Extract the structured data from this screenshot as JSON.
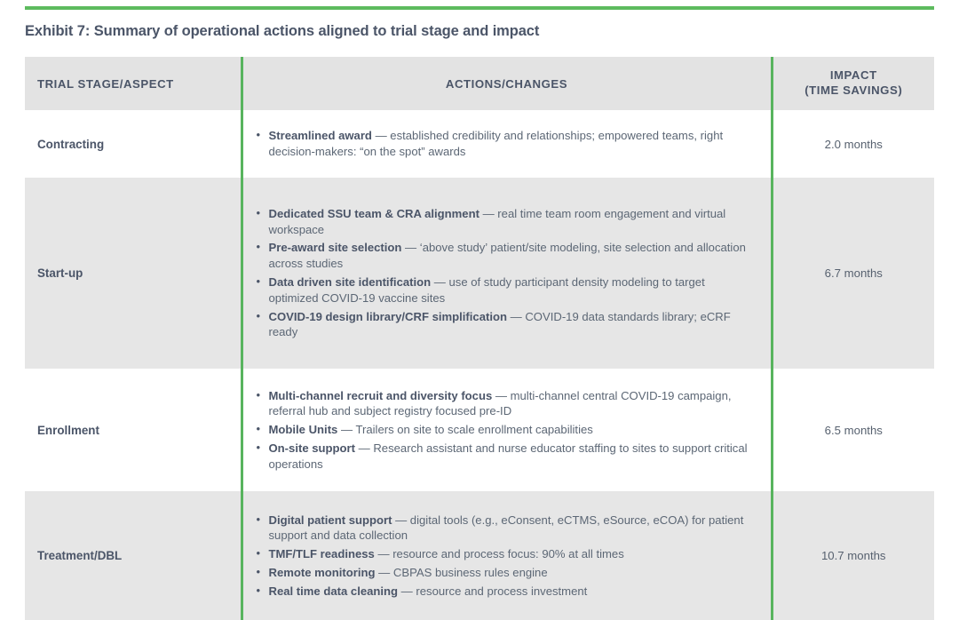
{
  "document": {
    "exhibit_title": "Exhibit 7: Summary of operational actions aligned to trial stage and impact",
    "accent_green": "#58b45e",
    "rule_green": "#5dbb5e",
    "text_color": "#4b5568",
    "shade_color": "#e6e6e6",
    "header_shade": "#e3e3e3"
  },
  "table": {
    "headers": {
      "stage": "TRIAL STAGE/ASPECT",
      "actions": "ACTIONS/CHANGES",
      "impact_line1": "IMPACT",
      "impact_line2": "(TIME SAVINGS)"
    },
    "rows": [
      {
        "stage": "Contracting",
        "impact": "2.0 months",
        "shaded": false,
        "bullets": [
          {
            "term": "Streamlined award",
            "desc": " — established credibility and relationships; empowered teams, right decision-makers: “on the spot” awards"
          }
        ]
      },
      {
        "stage": "Start-up",
        "impact": "6.7 months",
        "shaded": true,
        "bullets": [
          {
            "term": "Dedicated SSU team & CRA alignment",
            "desc": " — real time team room engagement and virtual workspace"
          },
          {
            "term": "Pre-award site selection",
            "desc": " — ‘above study’ patient/site modeling, site selection and allocation across studies"
          },
          {
            "term": "Data driven site identification",
            "desc": " — use of study participant density modeling to target optimized COVID-19 vaccine sites"
          },
          {
            "term": "COVID-19 design library/CRF simplification",
            "desc": " — COVID-19 data standards library; eCRF ready"
          }
        ]
      },
      {
        "stage": "Enrollment",
        "impact": "6.5 months",
        "shaded": false,
        "bullets": [
          {
            "term": "Multi-channel recruit and diversity focus",
            "desc": " — multi-channel central COVID-19 campaign, referral hub and subject registry focused pre-ID"
          },
          {
            "term": "Mobile Units",
            "desc": " — Trailers on site to scale enrollment capabilities"
          },
          {
            "term": "On-site support",
            "desc": " — Research assistant and nurse educator staffing to sites to support critical operations"
          }
        ]
      },
      {
        "stage": "Treatment/DBL",
        "impact": "10.7 months",
        "shaded": true,
        "bullets": [
          {
            "term": "Digital patient support",
            "desc": " — digital tools (e.g., eConsent, eCTMS, eSource, eCOA) for patient support and data collection"
          },
          {
            "term": "TMF/TLF readiness",
            "desc": " — resource and process focus: 90% at all times"
          },
          {
            "term": "Remote monitoring",
            "desc": " — CBPAS business rules engine"
          },
          {
            "term": "Real time data cleaning",
            "desc": " — resource and process investment"
          }
        ]
      }
    ]
  }
}
